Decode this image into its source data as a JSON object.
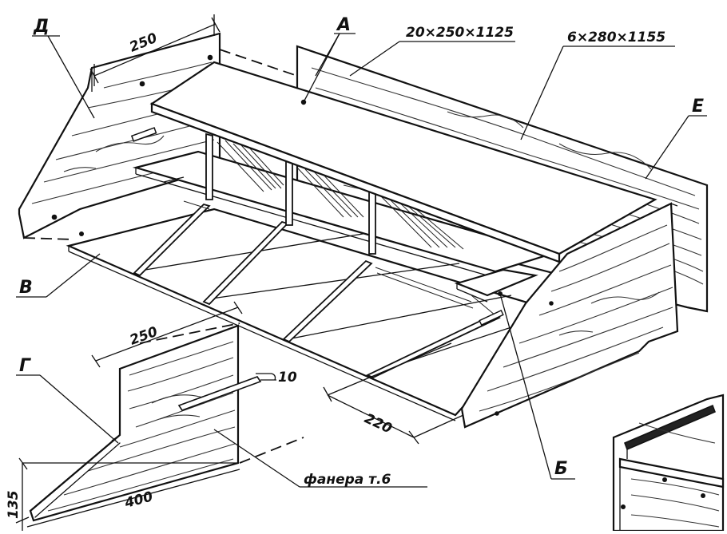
{
  "labels": {
    "a": "А",
    "b": "Б",
    "v": "В",
    "g": "Г",
    "d": "Д",
    "e": "Е"
  },
  "dimensions": {
    "top_panel": "20×250×1125",
    "back_panel": "6×280×1155",
    "side_width": "250",
    "gusset_width": "250",
    "slot": "10",
    "shelf_depth": "220",
    "gusset_length": "400",
    "gusset_height": "135",
    "material": "фанера т.6"
  }
}
